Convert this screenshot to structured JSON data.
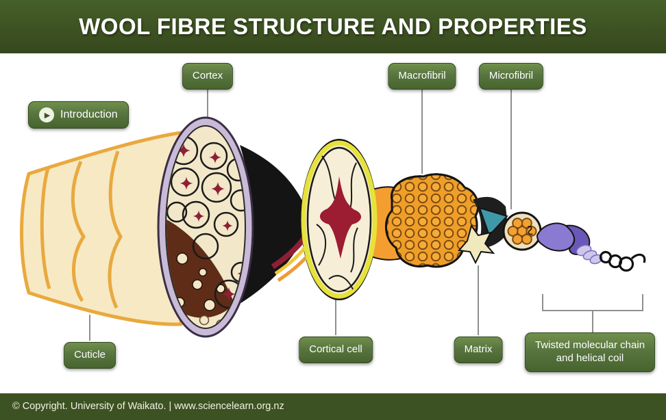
{
  "header": {
    "title": "WOOL FIBRE STRUCTURE AND PROPERTIES"
  },
  "intro_button": {
    "label": "Introduction"
  },
  "icons": {
    "play": "▶"
  },
  "labels": {
    "cortex": "Cortex",
    "macrofibril": "Macrofibril",
    "microfibril": "Microfibril",
    "cuticle": "Cuticle",
    "cortical_cell": "Cortical cell",
    "matrix": "Matrix",
    "twisted_chain_line1": "Twisted molecular chain",
    "twisted_chain_line2": "and helical coil"
  },
  "footer": {
    "copyright": "© Copyright. University of Waikato. | www.sciencelearn.org.nz"
  },
  "colors": {
    "header_green": "#3d5222",
    "label_green": "#587540",
    "cuticle_cream": "#f7e9c4",
    "cuticle_orange": "#e9a93f",
    "cortex_ring_lavender": "#c9bad7",
    "cell_cream": "#f2e7c8",
    "star_red": "#8e1f35",
    "cortical_yellow": "#e6e23c",
    "macrofibril_orange": "#f6a832",
    "matrix_pale": "#efe9bd",
    "teal_wedge": "#3f98a8",
    "chain_purple": "#8a7ad2"
  }
}
